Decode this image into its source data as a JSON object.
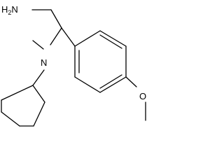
{
  "molecule": {
    "atoms": {
      "amine": "H2N",
      "nitrogen": "N",
      "oxygen": "O"
    },
    "colors": {
      "bond": "#000000",
      "label": "#000000",
      "background": "#ffffff"
    }
  }
}
